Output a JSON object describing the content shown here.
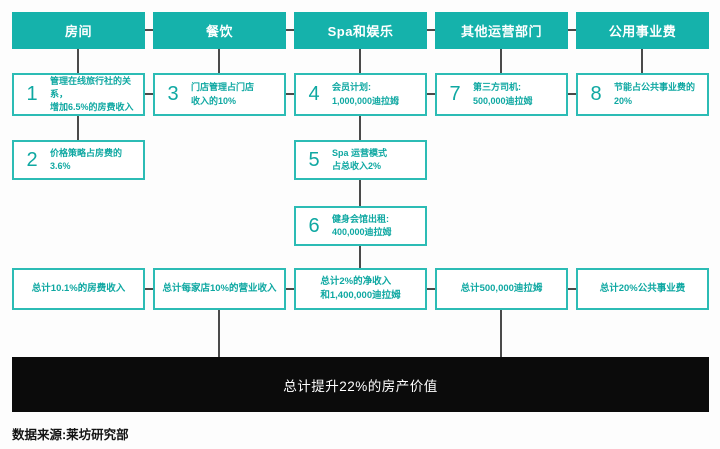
{
  "colors": {
    "accent_teal": "#15b2ab",
    "box_border": "#2cbcb5",
    "box_text": "#0fa8a2",
    "connector": "#4a4a4a",
    "bar_bg": "#0b0b0b",
    "bar_text": "#ffffff",
    "canvas_bg": "#fdfdfd"
  },
  "columns": [
    {
      "header": "房间",
      "steps": [
        {
          "num": "1",
          "lines": [
            "管理在线旅行社的关系，",
            "增加6.5%的房费收入"
          ]
        },
        {
          "num": "2",
          "lines": [
            "价格策略占房费的3.6%"
          ]
        }
      ],
      "total_lines": [
        "总计10.1%的房费收入"
      ]
    },
    {
      "header": "餐饮",
      "steps": [
        {
          "num": "3",
          "lines": [
            "门店管理占门店",
            "收入的10%"
          ]
        }
      ],
      "total_lines": [
        "总计每家店10%的营业收入"
      ]
    },
    {
      "header": "Spa和娱乐",
      "steps": [
        {
          "num": "4",
          "lines": [
            "会员计划:",
            "1,000,000迪拉姆"
          ]
        },
        {
          "num": "5",
          "lines": [
            "Spa 运营模式",
            "占总收入2%"
          ]
        },
        {
          "num": "6",
          "lines": [
            "健身会馆出租:",
            "400,000迪拉姆"
          ]
        }
      ],
      "total_lines": [
        "总计2%的净收入",
        "和1,400,000迪拉姆"
      ]
    },
    {
      "header": "其他运营部门",
      "steps": [
        {
          "num": "7",
          "lines": [
            "第三方司机:",
            "500,000迪拉姆"
          ]
        }
      ],
      "total_lines": [
        "总计500,000迪拉姆"
      ]
    },
    {
      "header": "公用事业费",
      "steps": [
        {
          "num": "8",
          "lines": [
            "节能占公共事业费的20%"
          ]
        }
      ],
      "total_lines": [
        "总计20%公共事业费"
      ]
    }
  ],
  "total_bar": "总计提升22%的房产价值",
  "source_label": "数据来源:莱坊研究部"
}
